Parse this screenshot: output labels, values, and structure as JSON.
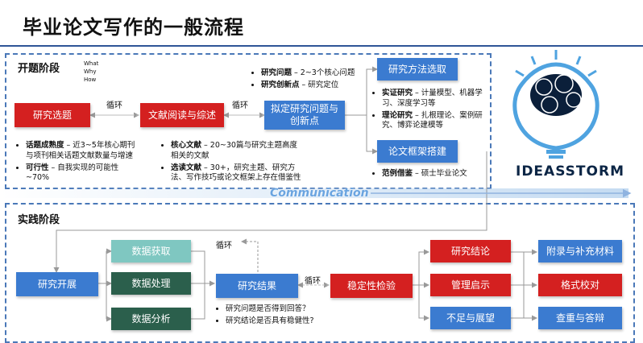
{
  "title": "毕业论文写作的一般流程",
  "communication": "Communication",
  "brand": "IDEASSTORM",
  "phase1": {
    "label": "开题阶段",
    "notes": [
      "What",
      "Why",
      "How"
    ],
    "boxes": {
      "topic": "研究选题",
      "lit": "文献阅读与综述",
      "question": "拟定研究问题与创新点",
      "method": "研究方法选取",
      "framework": "论文框架搭建"
    },
    "loop1": "循环",
    "loop2": "循环",
    "topic_bullets": [
      {
        "bold": "话题成熟度",
        "text": " – 近3~5年核心期刊与项刊相关话题文献数量与增速"
      },
      {
        "bold": "可行性",
        "text": " – 自我实现的可能性~70%"
      }
    ],
    "lit_bullets": [
      {
        "bold": "核心文献",
        "text": " – 20~30篇与研究主题高度相关的文献"
      },
      {
        "bold": "选读文献",
        "text": " – 30+，研究主题、研究方法、写作技巧或论文框架上存在借鉴性"
      }
    ],
    "question_bullets": [
      {
        "bold": "研究问题",
        "text": " – 2~3个核心问题"
      },
      {
        "bold": "研究创新点",
        "text": " – 研究定位"
      }
    ],
    "method_bullets": [
      {
        "bold": "实证研究",
        "text": " – 计量模型、机器学习、深度学习等"
      },
      {
        "bold": "理论研究",
        "text": " – 扎根理论、案例研究、博弈论建模等"
      }
    ],
    "framework_bullets": [
      {
        "bold": "范例借鉴",
        "text": " – 硕士毕业论文"
      }
    ]
  },
  "phase2": {
    "label": "实践阶段",
    "boxes": {
      "start": "研究开展",
      "acquire": "数据获取",
      "process": "数据处理",
      "analyze": "数据分析",
      "results": "研究结果",
      "robust": "稳定性检验",
      "conclusion": "研究结论",
      "implication": "管理启示",
      "limits": "不足与展望",
      "appendix": "附录与补充材料",
      "format": "格式校对",
      "check": "查重与答辩"
    },
    "loop1": "循环",
    "loop2": "循环",
    "result_bullets": [
      "研究问题是否得到回答？",
      "研究结论是否具有稳健性?"
    ]
  },
  "colors": {
    "red": "#d42020",
    "blue": "#3b7bd0",
    "teal": "#7fc7c1",
    "dark_green": "#2b5f4c",
    "dashed_border": "#4a78b8",
    "brand": "#0b2545"
  }
}
